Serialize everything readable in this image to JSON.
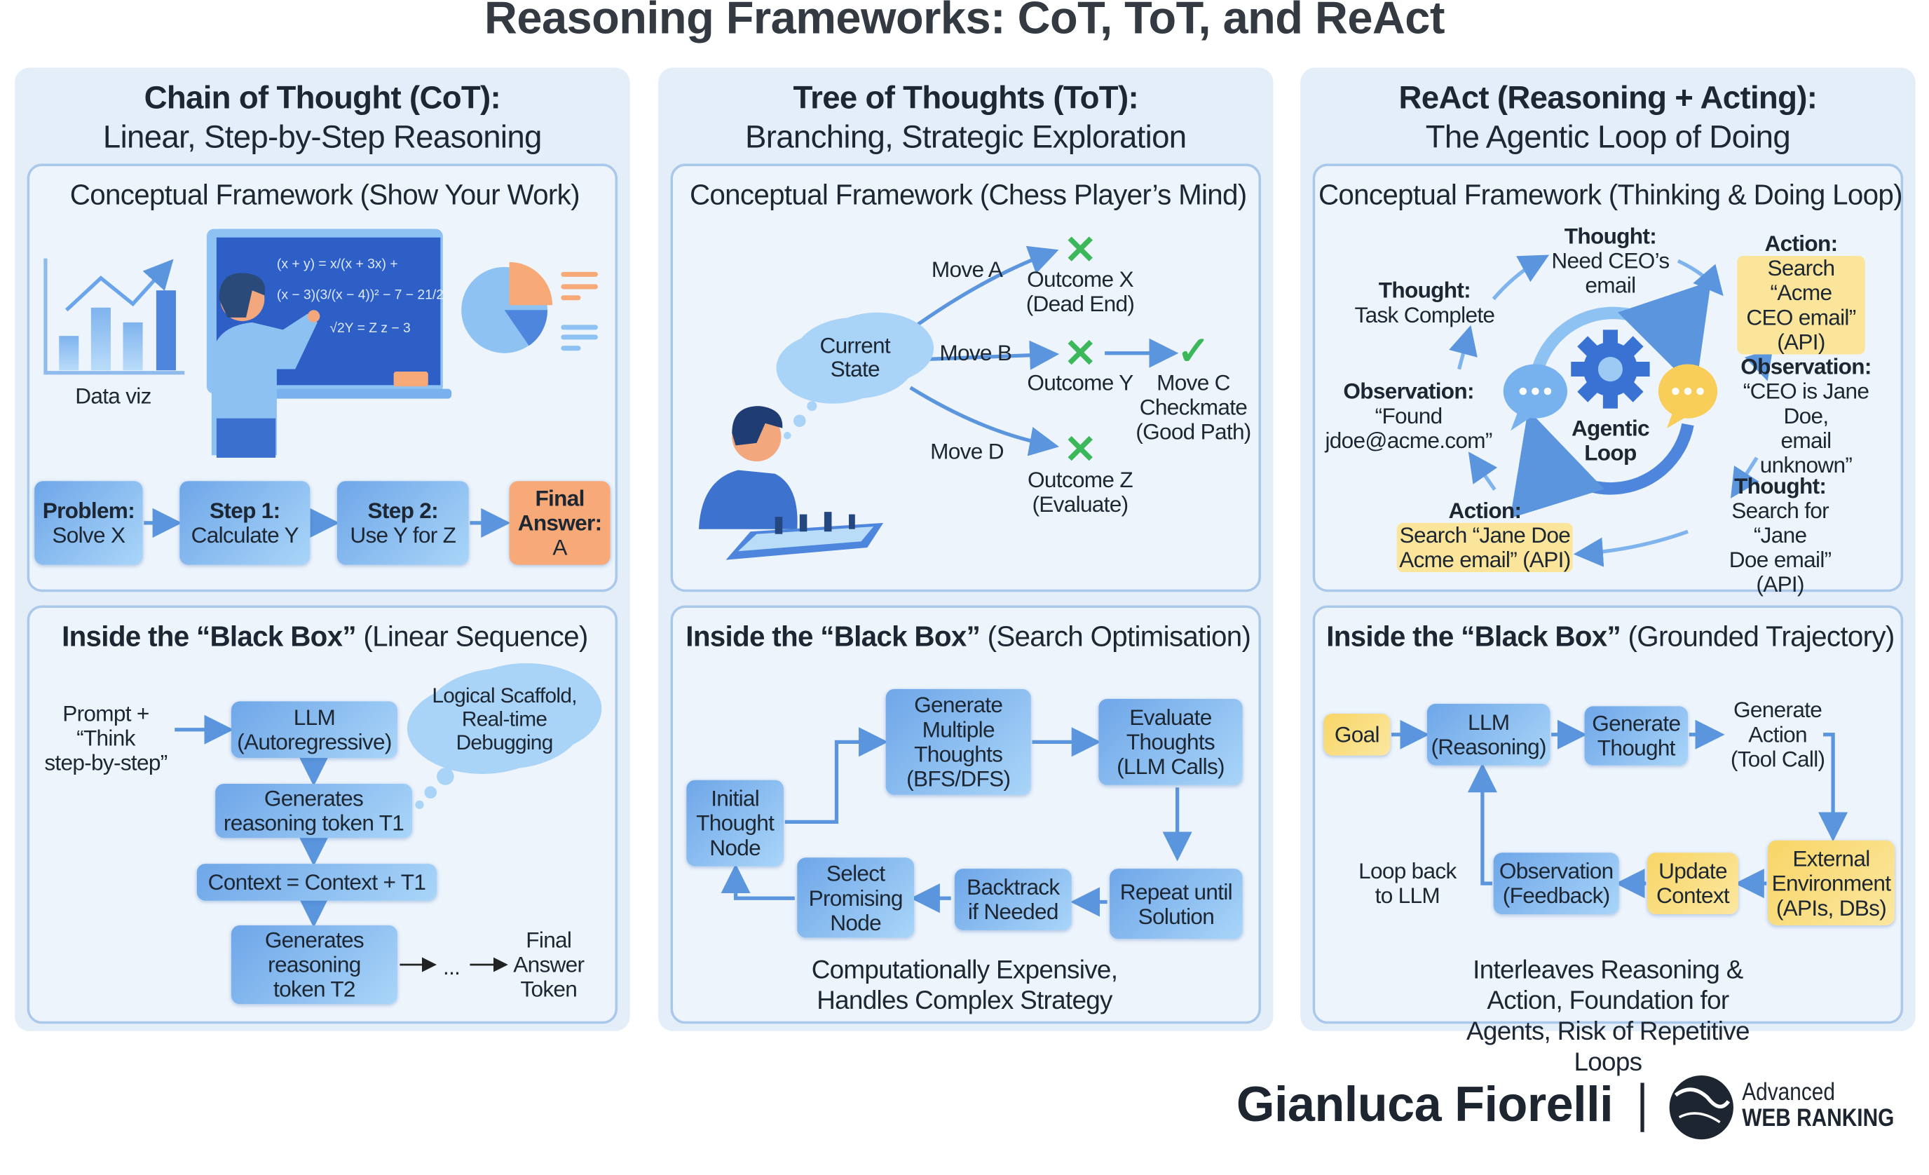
{
  "title": "Reasoning Frameworks: CoT, ToT, and ReAct",
  "colors": {
    "panel_bg": "#e4eef9",
    "box_border": "#a9c8ea",
    "node_blue": "#6ea6e8",
    "node_orange": "#f7a977",
    "node_yellow": "#f8d566",
    "check_green": "#3cb85a"
  },
  "cot": {
    "head": "Chain of Thought (CoT):",
    "sub": "Linear, Step-by-Step Reasoning",
    "top_title": "Conceptual Framework (Show Your Work)",
    "data_viz": "Data viz",
    "eq1": "(x + y) = x/(x + 3x) +",
    "eq2": "(x − 3)(3/(x − 4))² − 7 − 21/2",
    "eq3": "√2Y = Z z − 3",
    "steps": [
      {
        "bold": "Problem:",
        "text": "Solve X"
      },
      {
        "bold": "Step 1:",
        "text": "Calculate Y"
      },
      {
        "bold": "Step 2:",
        "text": "Use Y for Z"
      },
      {
        "bold": "Final\nAnswer:",
        "text": "A"
      }
    ],
    "bottom_title_bold": "Inside the “Black Box”",
    "bottom_title_rest": " (Linear Sequence)",
    "prompt": "Prompt +\n“Think\nstep-by-step”",
    "llm": "LLM\n(Autoregressive)",
    "cloud": "Logical Scaffold,\nReal-time\nDebugging",
    "gen1": "Generates\nreasoning token T1",
    "context": "Context = Context + T1",
    "gen2": "Generates\nreasoning\ntoken T2",
    "ellipsis": "...",
    "final": "Final\nAnswer\nToken"
  },
  "tot": {
    "head": "Tree of Thoughts (ToT):",
    "sub": "Branching, Strategic Exploration",
    "top_title": "Conceptual Framework (Chess Player’s Mind)",
    "current": "Current\nState",
    "move_a": "Move A",
    "outcome_x": "Outcome X\n(Dead End)",
    "move_b": "Move B",
    "outcome_y": "Outcome Y",
    "move_c": "Move C\nCheckmate\n(Good Path)",
    "move_d": "Move D",
    "outcome_z": "Outcome Z\n(Evaluate)",
    "bottom_title_bold": "Inside the “Black Box”",
    "bottom_title_rest": " (Search Optimisation)",
    "initial": "Initial\nThought\nNode",
    "generate": "Generate\nMultiple\nThoughts\n(BFS/DFS)",
    "evaluate": "Evaluate\nThoughts\n(LLM Calls)",
    "repeat": "Repeat until\nSolution",
    "backtrack": "Backtrack\nif Needed",
    "select": "Select\nPromising\nNode",
    "footer": "Computationally Expensive,\nHandles Complex Strategy"
  },
  "react": {
    "head": "ReAct (Reasoning + Acting):",
    "sub": "The Agentic Loop of Doing",
    "top_title": "Conceptual Framework (Thinking & Doing Loop)",
    "t1_b": "Thought:",
    "t1": "Need CEO’s\nemail",
    "a1_b": "Action:",
    "a1": "Search “Acme\nCEO email” (API)",
    "o1_b": "Observation:",
    "o1": "“CEO is Jane Doe,\nemail unknown”",
    "t2_b": "Thought:",
    "t2": "Search for “Jane\nDoe email” (API)",
    "a2_b": "Action:",
    "a2": "Search “Jane Doe\nAcme email” (API)",
    "o2_b": "Observation:",
    "o2": "“Found\njdoe@acme.com”",
    "t3_b": "Thought:",
    "t3": "Task Complete",
    "center": "Agentic\nLoop",
    "bottom_title_bold": "Inside the “Black Box”",
    "bottom_title_rest": " (Grounded Trajectory)",
    "goal": "Goal",
    "llm": "LLM\n(Reasoning)",
    "gen_thought": "Generate\nThought",
    "gen_action": "Generate\nAction\n(Tool Call)",
    "external": "External\nEnvironment\n(APIs, DBs)",
    "update": "Update\nContext",
    "observation": "Observation\n(Feedback)",
    "loop_back": "Loop back\nto LLM",
    "footer": "Interleaves Reasoning & Action, Foundation for\nAgents, Risk of Repetitive Loops"
  },
  "credit": {
    "author": "Gianluca Fiorelli",
    "logo_line1": "Advanced",
    "logo_line2": "WEB RANKING"
  }
}
